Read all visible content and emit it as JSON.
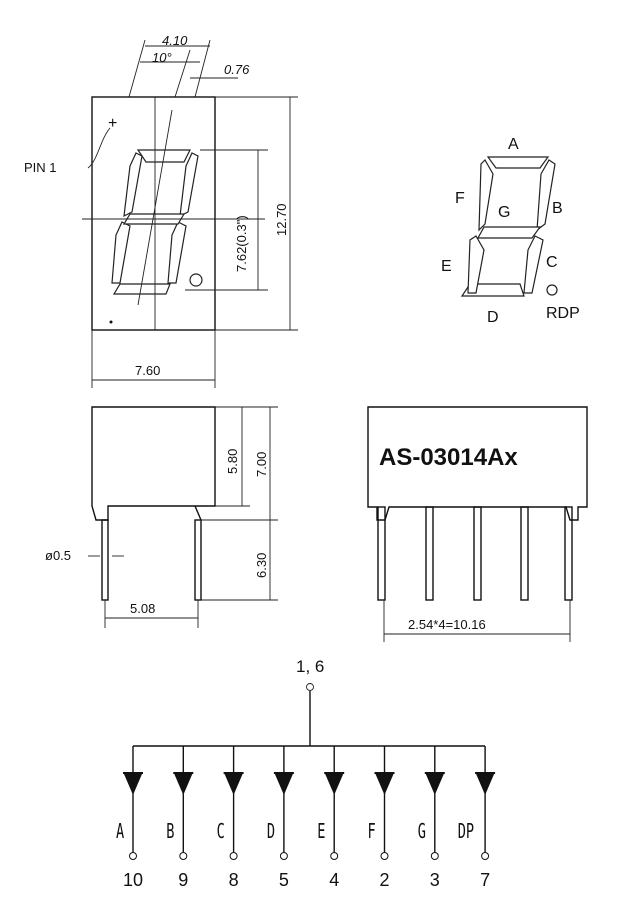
{
  "front_view": {
    "dim_top": "4.10",
    "dim_angle": "10°",
    "dim_pin_tip": "0.76",
    "pin1_label": "PIN  1",
    "plus_mark": "+",
    "dim_digit_height": "7.62(0.3\")",
    "dim_body_height": "12.70",
    "dim_body_width": "7.60"
  },
  "segment_diagram": {
    "labels": {
      "a": "A",
      "b": "B",
      "c": "C",
      "d": "D",
      "e": "E",
      "f": "F",
      "g": "G",
      "dp": "RDP"
    }
  },
  "side_view": {
    "dim_body_height": "5.80",
    "dim_total_height": "7.00",
    "dim_pin_length": "6.30",
    "dim_pin_diameter": "ø0.5",
    "dim_pin_spacing": "5.08"
  },
  "back_view": {
    "part_number": "AS-03014Ax",
    "dim_pitch": "2.54*4=10.16"
  },
  "schematic": {
    "common_pins": "1, 6",
    "diodes": [
      {
        "segment": "A",
        "pin": "10"
      },
      {
        "segment": "B",
        "pin": "9"
      },
      {
        "segment": "C",
        "pin": "8"
      },
      {
        "segment": "D",
        "pin": "5"
      },
      {
        "segment": "E",
        "pin": "4"
      },
      {
        "segment": "F",
        "pin": "2"
      },
      {
        "segment": "G",
        "pin": "3"
      },
      {
        "segment": "DP",
        "pin": "7"
      }
    ]
  }
}
